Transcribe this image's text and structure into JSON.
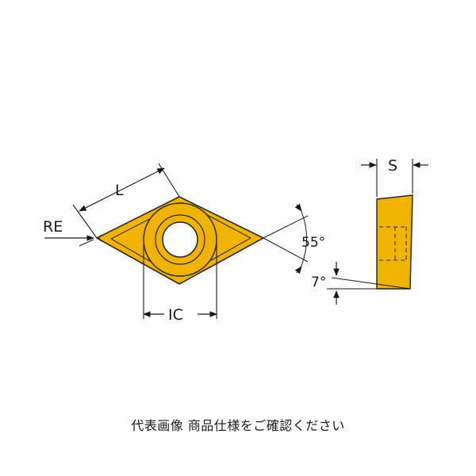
{
  "labels": {
    "length": "L",
    "corner_radius": "RE",
    "inscribed_circle": "IC",
    "included_angle": "55°",
    "clearance_angle": "7°",
    "thickness": "S"
  },
  "caption": "代表画像 商品仕様をご確認ください",
  "colors": {
    "insert_fill": "#F0B400",
    "outline": "#2a2a2a",
    "hole_fill": "#ffffff"
  }
}
